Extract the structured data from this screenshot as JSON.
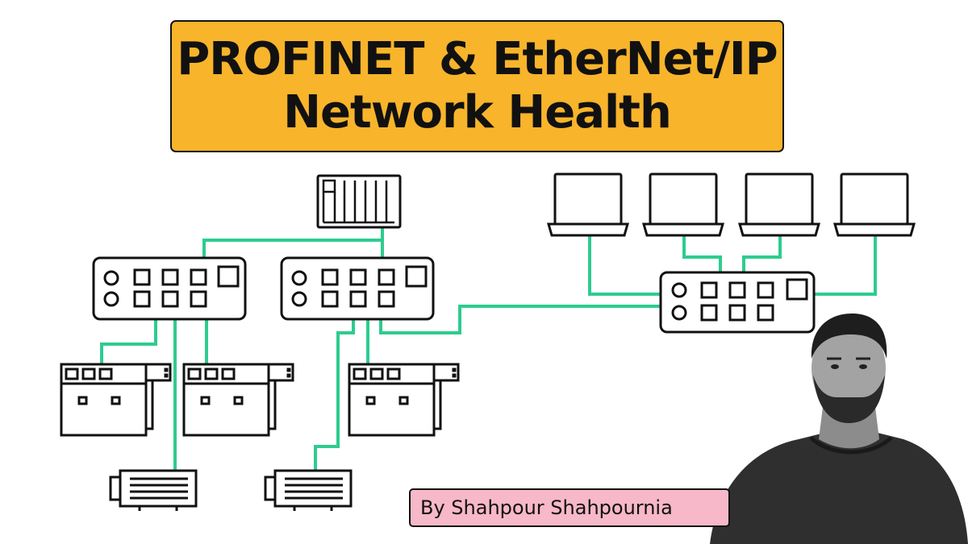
{
  "title": {
    "line1": "PROFINET & EtherNet/IP",
    "line2": "Network Health"
  },
  "author": {
    "byline": "By Shahpour Shahpournia"
  },
  "colors": {
    "title_bg": "#f8b42b",
    "link": "#2ecc8f",
    "author_bg": "#f7b8c9",
    "outline": "#111111"
  },
  "icons": {
    "controller": "plc-controller-icon",
    "switch": "network-switch-icon",
    "io_module": "io-module-icon",
    "drive": "motor-icon",
    "workstation": "laptop-icon"
  }
}
